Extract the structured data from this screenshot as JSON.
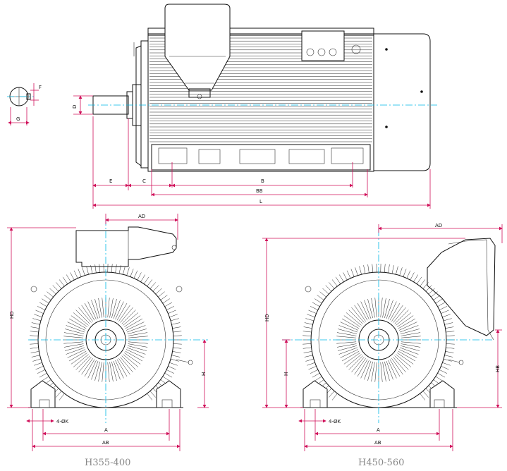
{
  "colors": {
    "line": "#111111",
    "dimension": "#d0105a",
    "centerline": "#00b8e6",
    "caption": "#888888"
  },
  "side_view": {
    "dims": {
      "F": "F",
      "G": "G",
      "D": "D",
      "E": "E",
      "C": "C",
      "B": "B",
      "BB": "BB",
      "L": "L"
    }
  },
  "front_left": {
    "dims": {
      "AD": "AD",
      "HD": "HD",
      "H": "H",
      "K": "4-ØK",
      "A": "A",
      "AB": "AB"
    },
    "caption": "H355-400"
  },
  "front_right": {
    "dims": {
      "AD": "AD",
      "HD": "HD",
      "H": "H",
      "HB": "HB",
      "K": "4-ØK",
      "A": "A",
      "AB": "AB"
    },
    "caption": "H450-560"
  }
}
